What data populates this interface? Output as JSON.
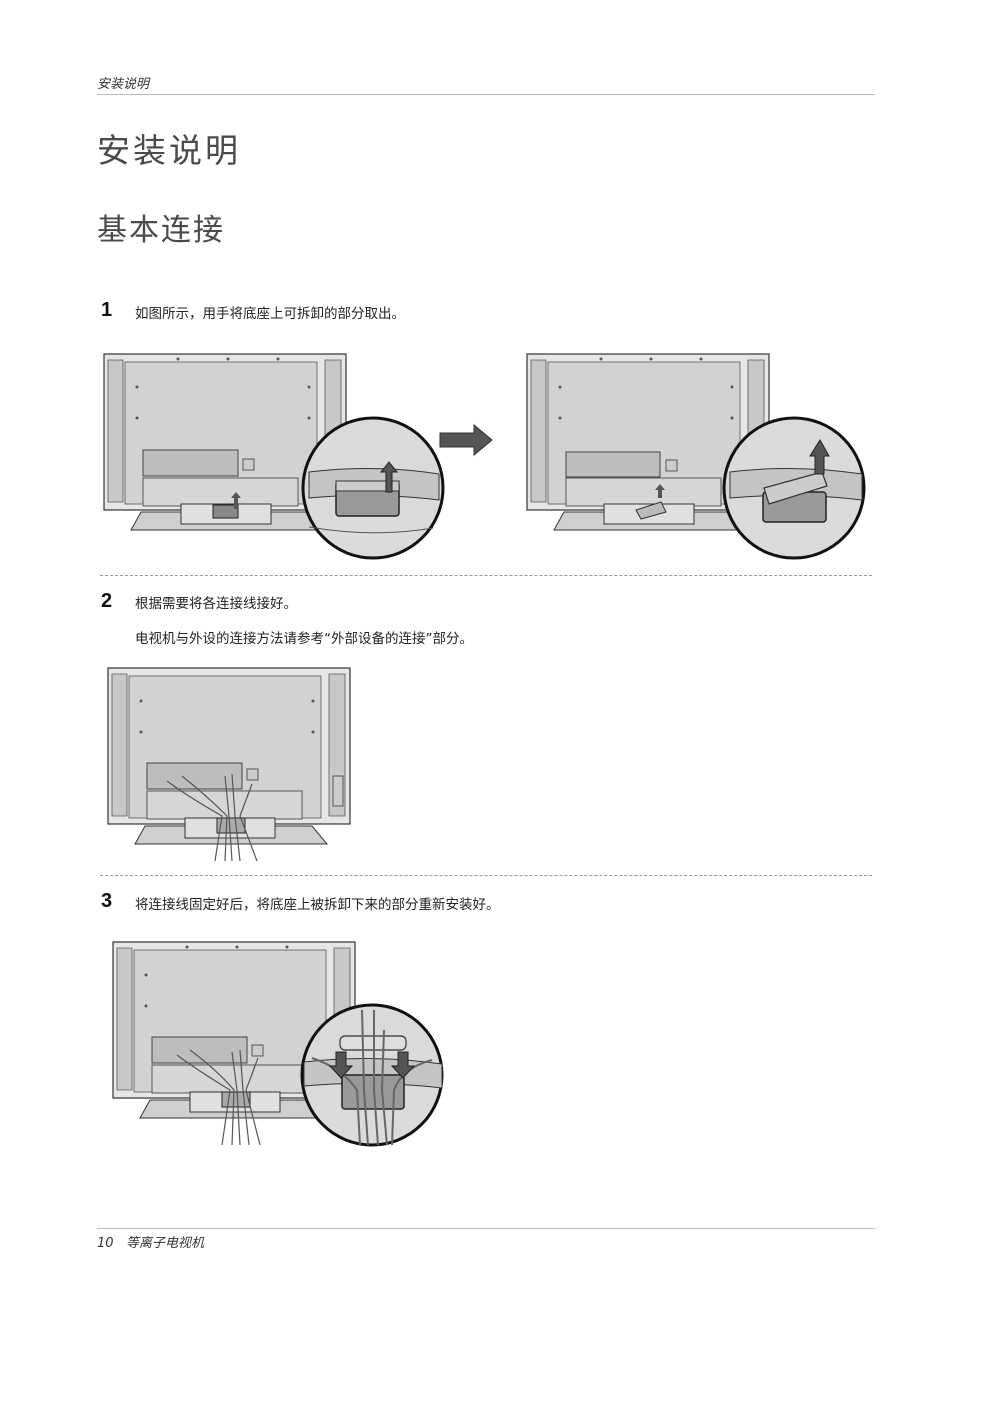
{
  "header": {
    "running_title": "安装说明"
  },
  "main": {
    "title": "安装说明",
    "subtitle": "基本连接",
    "steps": [
      {
        "number": "1",
        "text": "如图所示，用手将底座上可拆卸的部分取出。"
      },
      {
        "number": "2",
        "text": "根据需要将各连接线接好。",
        "note": "电视机与外设的连接方法请参考“外部设备的连接”部分。"
      },
      {
        "number": "3",
        "text": "将连接线固定好后，将底座上被拆卸下来的部分重新安装好。"
      }
    ]
  },
  "footer": {
    "page_number": "10",
    "product": "等离子电视机"
  }
}
